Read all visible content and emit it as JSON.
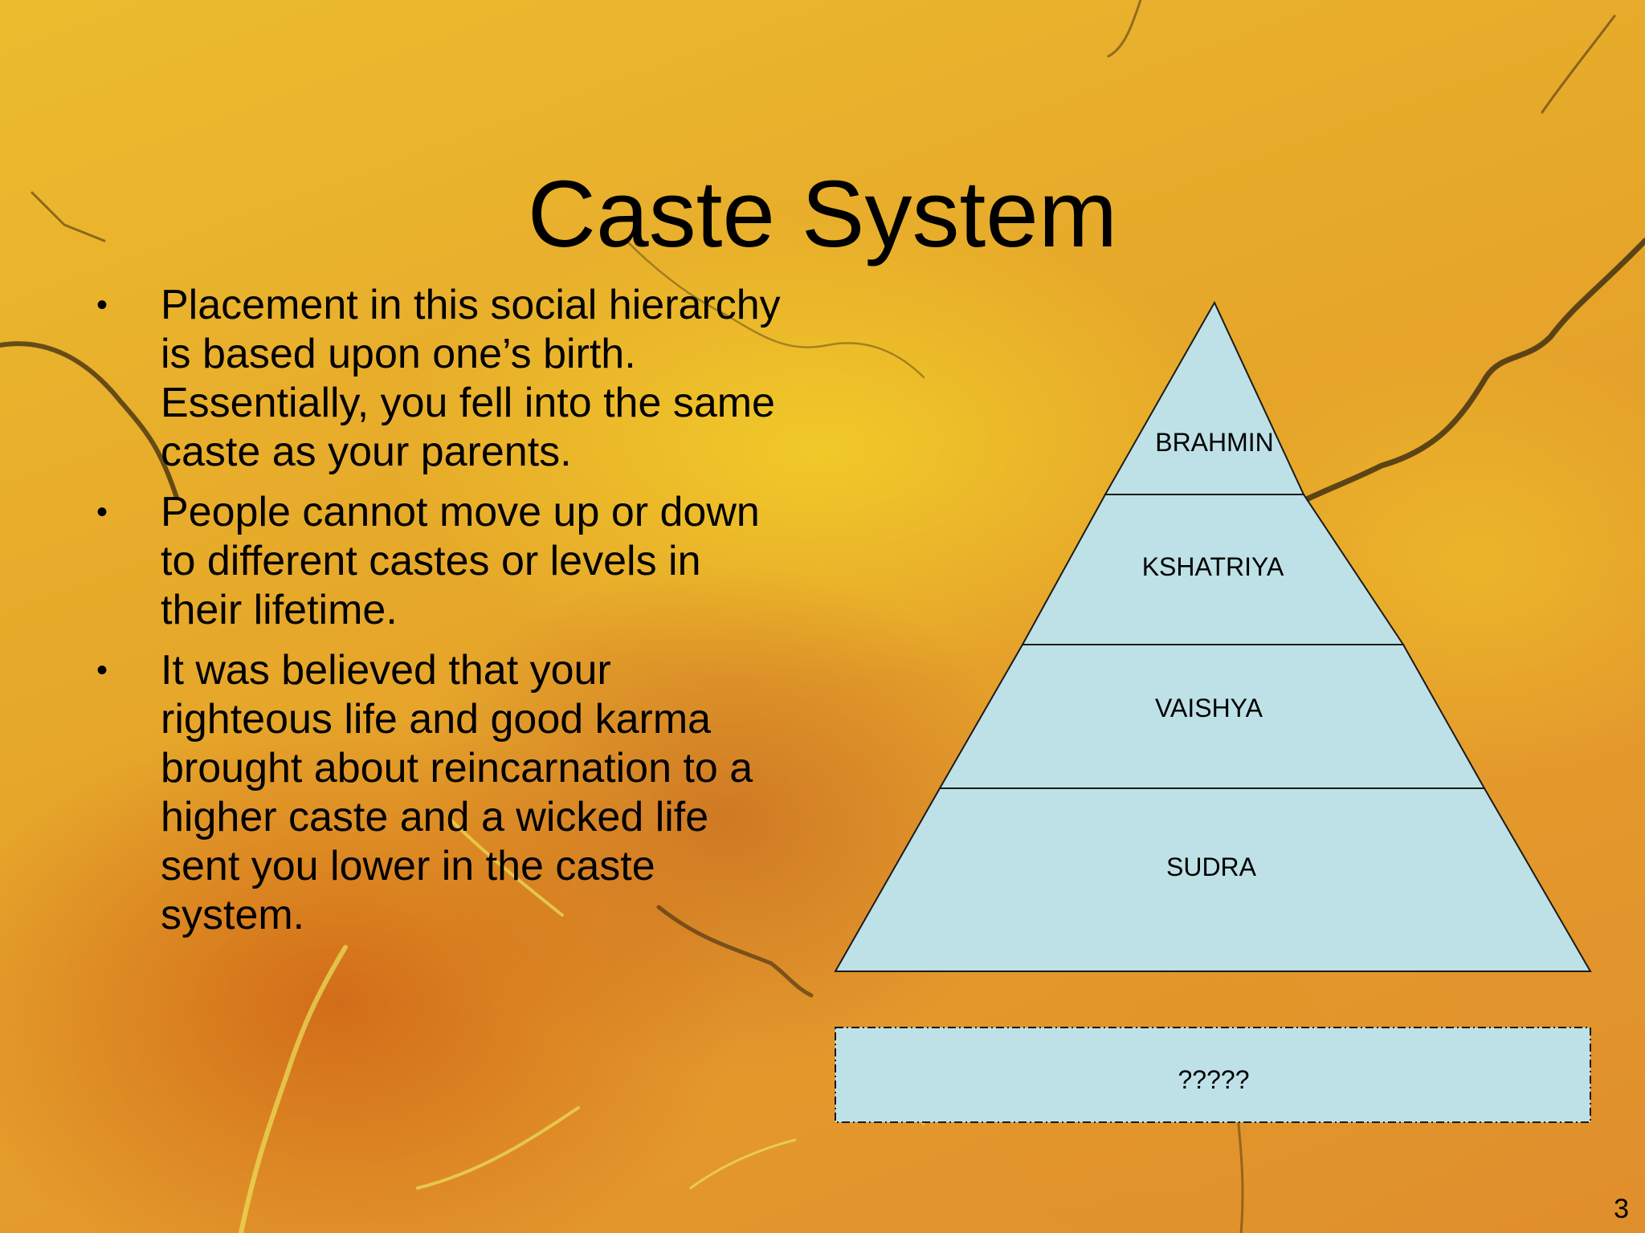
{
  "slide": {
    "title": "Caste System",
    "bullets": [
      "Placement in this social hierarchy is based upon one’s birth. Essentially, you fell into the same caste as your parents.",
      "People cannot move up or down to different castes or levels in their lifetime.",
      "It was believed that your righteous life and good karma brought about reincarnation to a higher caste and a wicked life sent you lower in the caste system."
    ],
    "bullet_symbol": "•",
    "page_number": "3"
  },
  "pyramid": {
    "fill": "#bde1e6",
    "stroke": "#1a1a1a",
    "tiers": [
      "BRAHMIN",
      "KSHATRIYA",
      "VAISHYA",
      "SUDRA"
    ],
    "below_box": "?????"
  }
}
